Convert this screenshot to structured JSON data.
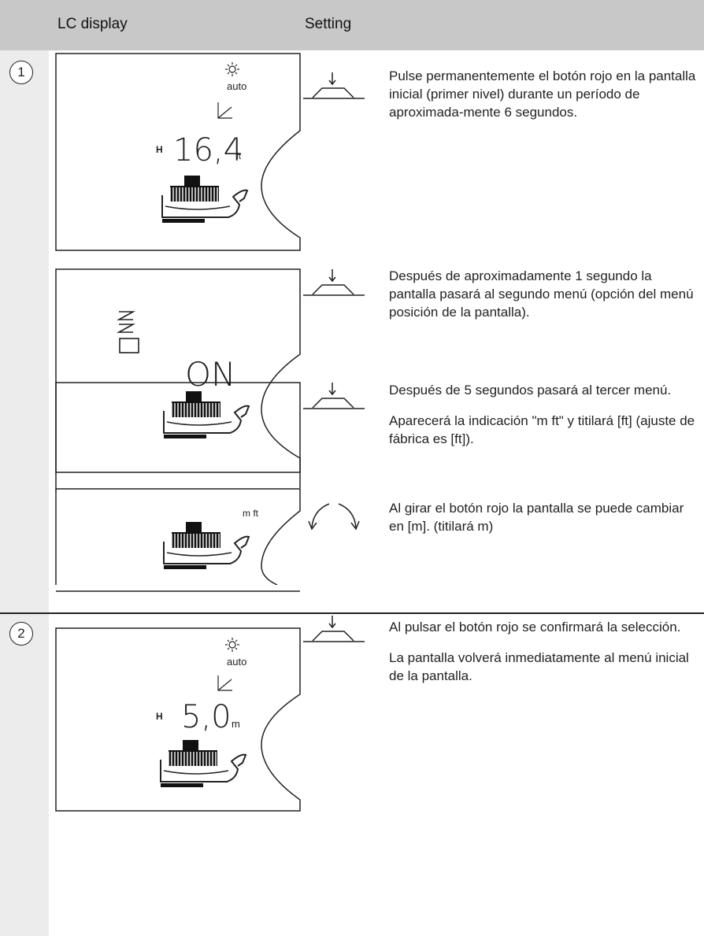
{
  "header": {
    "col_display": "LC display",
    "col_setting": "Setting"
  },
  "steps": [
    {
      "number": "1"
    },
    {
      "number": "2"
    }
  ],
  "displays": [
    {
      "sun_label": "auto",
      "prefix": "H",
      "value": "16,4",
      "unit": "ft"
    },
    {
      "top_text": "ON"
    },
    {
      "unit_label": "m ft"
    },
    {
      "sun_label": "auto",
      "prefix": "H",
      "value": "5,0",
      "unit": "m"
    }
  ],
  "instructions": [
    {
      "text": "Pulse permanentemente el botón rojo en la pantalla inicial (primer nivel) durante un período de aproximada-mente 6 segundos."
    },
    {
      "text": "Después de aproximadamente 1 segundo la pantalla pasará al segundo menú (opción del menú posición de la pantalla)."
    },
    {
      "text1": "Después de 5 segundos pasará al tercer menú.",
      "text2": "Aparecerá la indicación \"m  ft\" y titilará [ft]  (ajuste de fábrica es [ft])."
    },
    {
      "text": "Al girar el botón rojo la pantalla se puede cambiar en [m]. (titilará m)"
    },
    {
      "text1": "Al pulsar el botón rojo se confirmará la selección.",
      "text2": "La pantalla volverá inmediatamente al menú inicial de la pantalla."
    }
  ],
  "icons": [
    "press-button-icon",
    "rotate-knob-icon"
  ]
}
